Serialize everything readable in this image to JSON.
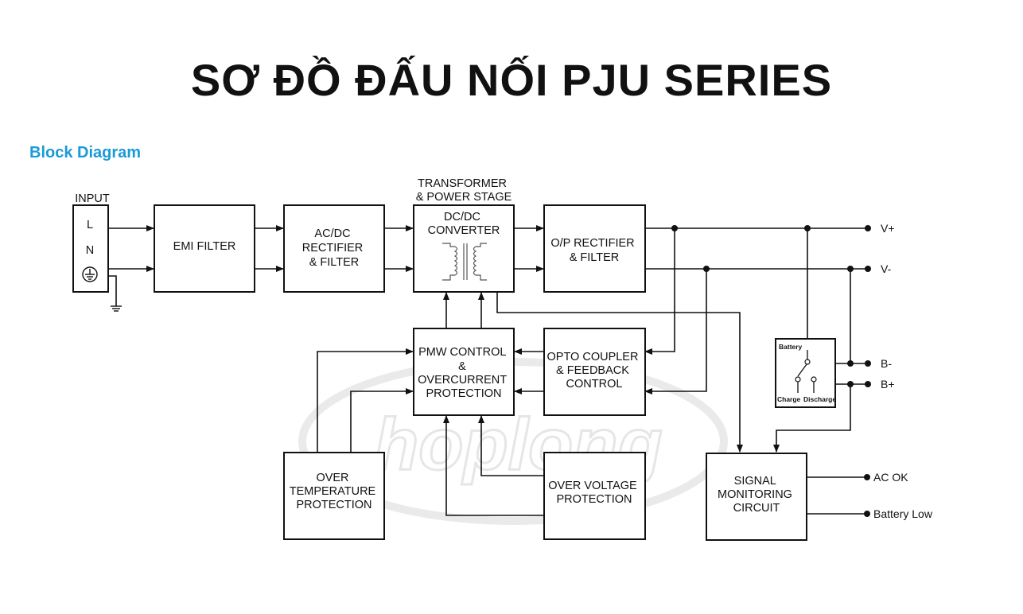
{
  "title": "SƠ ĐỒ ĐẤU NỐI PJU SERIES",
  "subtitle": "Block Diagram",
  "watermark": "hoplong",
  "input": {
    "label": "INPUT",
    "line_l": "L",
    "line_n": "N"
  },
  "blocks": {
    "emi_filter": [
      "EMI FILTER"
    ],
    "acdc_rectifier": [
      "AC/DC",
      "RECTIFIER",
      "& FILTER"
    ],
    "transformer_caption": [
      "TRANSFORMER",
      "& POWER STAGE"
    ],
    "dcdc_converter": [
      "DC/DC",
      "CONVERTER"
    ],
    "op_rectifier": [
      "O/P RECTIFIER",
      "& FILTER"
    ],
    "pwm_control": [
      "PMW CONTROL",
      "&",
      "OVERCURRENT",
      "PROTECTION"
    ],
    "opto_coupler": [
      "OPTO COUPLER",
      "& FEEDBACK",
      "CONTROL"
    ],
    "over_temperature": [
      "OVER",
      "TEMPERATURE",
      "PROTECTION"
    ],
    "over_voltage": [
      "OVER VOLTAGE",
      "PROTECTION"
    ],
    "signal_monitoring": [
      "SIGNAL",
      "MONITORING",
      "CIRCUIT"
    ]
  },
  "battery_switch": {
    "title": "Battery",
    "charge": "Charge",
    "discharge": "Discharge"
  },
  "terminals": {
    "v_plus": "V+",
    "v_minus": "V-",
    "b_minus": "B-",
    "b_plus": "B+",
    "ac_ok": "AC OK",
    "battery_low": "Battery Low"
  },
  "colors": {
    "title": "#111111",
    "subtitle": "#1a9ad6",
    "line": "#111111",
    "watermark": "#d6d6d6"
  }
}
